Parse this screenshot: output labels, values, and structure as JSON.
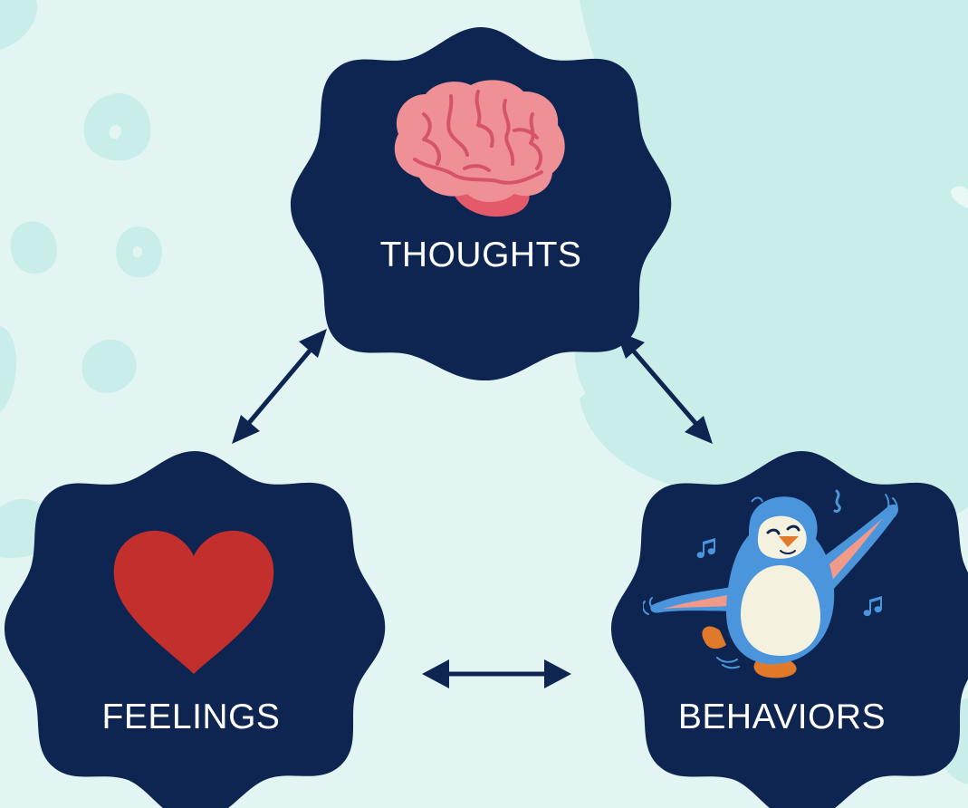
{
  "colors": {
    "background": "#e3f5f3",
    "background_shapes": "#c9eeea",
    "node_fill": "#0d2550",
    "arrow": "#0d2550",
    "label_text": "#ffffff",
    "heart": "#c32f2c",
    "brain": "#ef8f96",
    "penguin_body": "#4a95db",
    "penguin_belly": "#f5f1df"
  },
  "nodes": {
    "thoughts": {
      "label": "THOUGHTS",
      "icon": "brain-icon"
    },
    "feelings": {
      "label": "FEELINGS",
      "icon": "heart-icon"
    },
    "behaviors": {
      "label": "BEHAVIORS",
      "icon": "dancing-penguin-icon"
    }
  },
  "connections": [
    {
      "from": "thoughts",
      "to": "feelings",
      "type": "bidirectional"
    },
    {
      "from": "thoughts",
      "to": "behaviors",
      "type": "bidirectional"
    },
    {
      "from": "feelings",
      "to": "behaviors",
      "type": "bidirectional"
    }
  ]
}
